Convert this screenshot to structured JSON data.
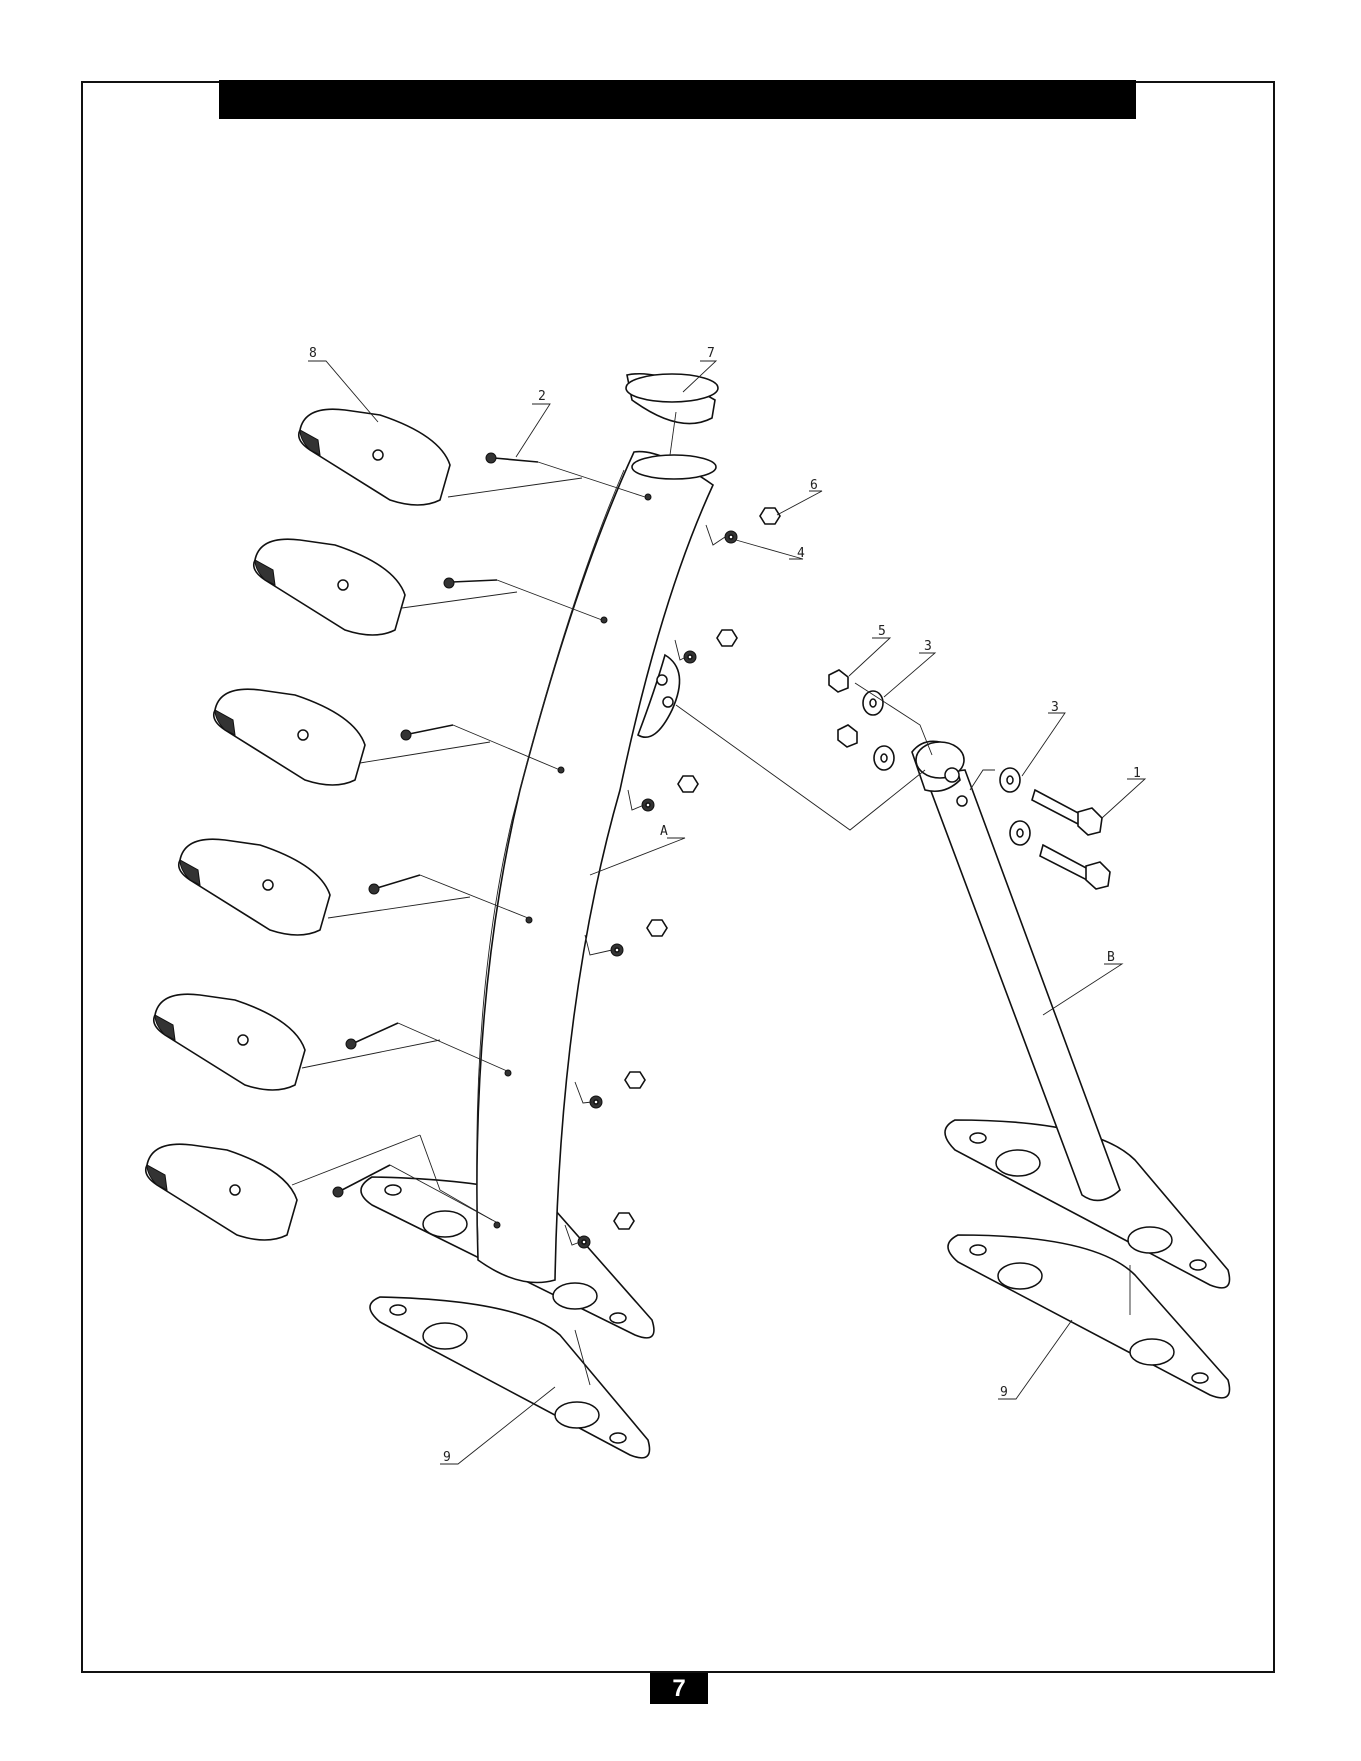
{
  "page": {
    "number": "7"
  },
  "diagram": {
    "labels": {
      "part_1": "1",
      "part_2": "2",
      "part_3a": "3",
      "part_3b": "3",
      "part_4": "4",
      "part_5": "5",
      "part_6": "6",
      "part_7": "7",
      "part_8": "8",
      "part_9a": "9",
      "part_9b": "9",
      "part_a": "A",
      "part_b": "B"
    }
  }
}
